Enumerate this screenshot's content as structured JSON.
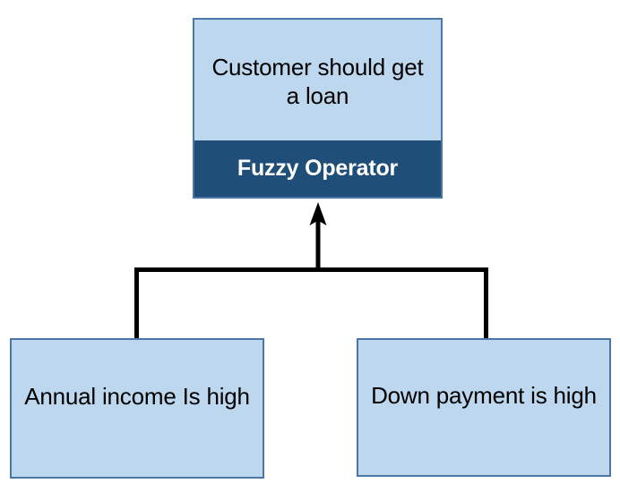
{
  "diagram": {
    "type": "fuzzy-inference-tree",
    "background_color": "#ffffff",
    "palette": {
      "node_fill": "#bdd7ee",
      "node_border": "#4a77a8",
      "operator_band_fill": "#1f4e79",
      "operator_band_text": "#ffffff",
      "node_text": "#000000",
      "connector": "#000000"
    },
    "root": {
      "title": "Customer should get a loan",
      "operator_label": "Fuzzy Operator"
    },
    "inputs": [
      {
        "label": "Annual income Is high"
      },
      {
        "label": "Down payment is high"
      }
    ],
    "connector": {
      "arrow_direction": "up",
      "arrow_target": "root-operator-band",
      "style": "orthogonal-bracket"
    }
  }
}
